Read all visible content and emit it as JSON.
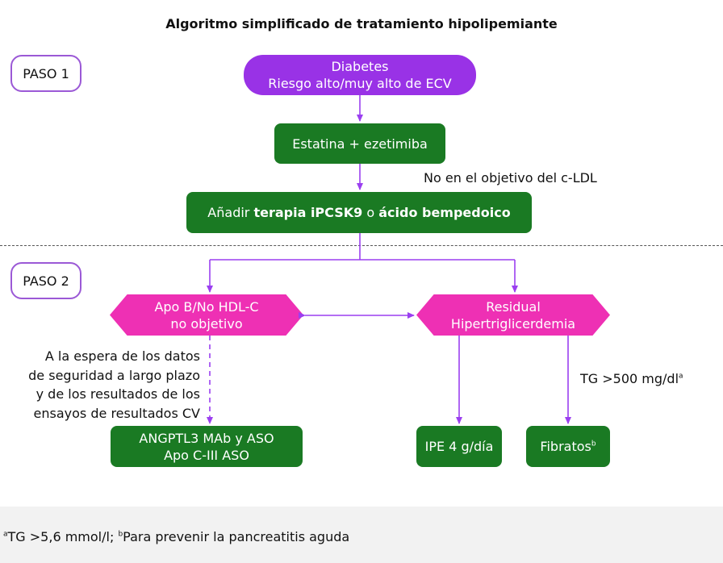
{
  "title": "Algoritmo simplificado de tratamiento hipolipemiante",
  "steps": {
    "step1": "PASO 1",
    "step2": "PASO 2"
  },
  "nodes": {
    "diabetes_line1": "Diabetes",
    "diabetes_line2": "Riesgo alto/muy alto de ECV",
    "estatina": "Estatina + ezetimiba",
    "anadir_pre": "Añadir ",
    "anadir_bold1": "terapia iPCSK9",
    "anadir_mid": " o ",
    "anadir_bold2": "ácido bempedoico",
    "apob_line1": "Apo B/No HDL-C",
    "apob_line2": "no objetivo",
    "residual_line1": "Residual",
    "residual_line2": "Hipertriglicerdemia",
    "angptl3_line1": "ANGPTL3 MAb y ASO",
    "angptl3_line2": "Apo C-III ASO",
    "ipe": "IPE 4 g/día",
    "fibratos": "Fibratos",
    "fibratos_sup": "b"
  },
  "notes": {
    "no_objetivo": "No en el objetivo del c-LDL",
    "espera_lines": [
      "A la espera de los datos",
      "de seguridad a largo plazo",
      "y de los resultados de los",
      "ensayos de resultados CV"
    ],
    "tg": "TG >500 mg/dl",
    "tg_sup": "a"
  },
  "footer": {
    "sup_a": "a",
    "text_a": "TG >5,6 mmol/l; ",
    "sup_b": "b",
    "text_b": "Para prevenir la pancreatitis aguda"
  },
  "colors": {
    "green": "#1a7a23",
    "purple": "#9932e6",
    "magenta": "#ee30b4",
    "connector": "#9b3ff0",
    "step_border": "#9b59d6"
  }
}
